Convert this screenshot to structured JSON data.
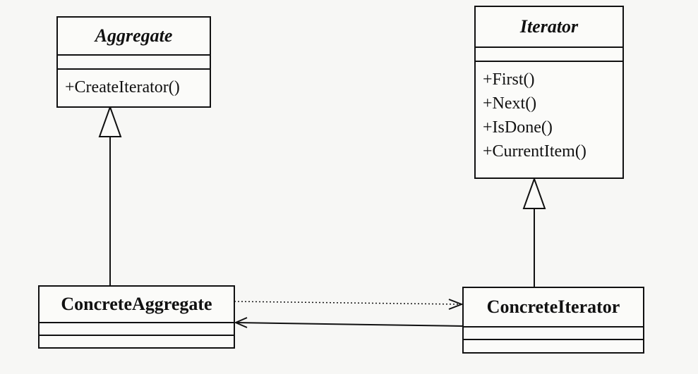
{
  "fragment_text": "",
  "classes": {
    "aggregate": {
      "name": "Aggregate",
      "operations": [
        "+CreateIterator()"
      ]
    },
    "iterator": {
      "name": "Iterator",
      "operations": [
        "+First()",
        "+Next()",
        "+IsDone()",
        "+CurrentItem()"
      ]
    },
    "concrete_aggregate": {
      "name": "ConcreteAggregate",
      "operations": []
    },
    "concrete_iterator": {
      "name": "ConcreteIterator",
      "operations": []
    }
  },
  "relationships": [
    {
      "type": "generalization",
      "from": "ConcreteAggregate",
      "to": "Aggregate"
    },
    {
      "type": "generalization",
      "from": "ConcreteIterator",
      "to": "Iterator"
    },
    {
      "type": "dependency",
      "from": "ConcreteAggregate",
      "to": "ConcreteIterator"
    },
    {
      "type": "association",
      "from": "ConcreteIterator",
      "to": "ConcreteAggregate"
    }
  ]
}
